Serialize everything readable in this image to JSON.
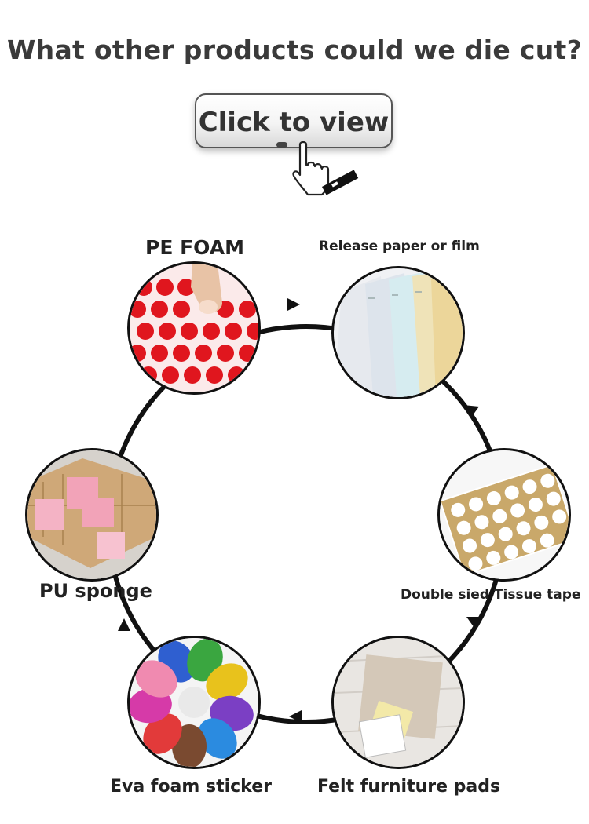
{
  "headline": "What other products could we die cut?",
  "cta": {
    "label": "Click to view"
  },
  "products": {
    "pe_foam": "PE FOAM",
    "release_paper": "Release paper or film",
    "tissue_tape": "Double sied Tissue tape",
    "felt_pads": "Felt furniture pads",
    "eva_sticker": "Eva foam sticker",
    "pu_sponge": "PU sponge"
  },
  "icons": {
    "pointer": "hand-pointer-icon",
    "arrow": "arrow-head-icon"
  },
  "colors": {
    "ring": "#111111",
    "pe_dots": "#e0161e",
    "pu_pink": "#f2a3b8",
    "cardboard": "#cfa878",
    "tape_backing": "#c9a86a"
  }
}
